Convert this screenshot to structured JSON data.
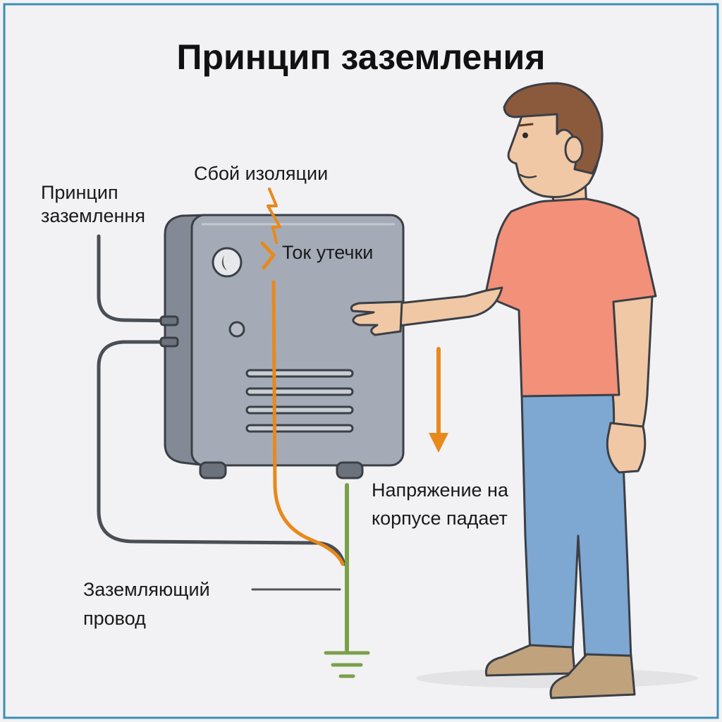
{
  "title": "Принцип заземления",
  "labels": {
    "grounding_principle_ua": [
      "Принцип",
      "заземлення"
    ],
    "insulation_failure": "Сбой изоляции",
    "leakage_current": "Ток утечки",
    "voltage_drops": [
      "Напряжение на",
      "корпусе падает"
    ],
    "ground_wire": [
      "Заземляющий",
      "провод"
    ]
  },
  "colors": {
    "leakage": "#e8891c",
    "ground": "#7aa04a",
    "wire": "#4a4e55",
    "frame": "#3d8db8"
  }
}
